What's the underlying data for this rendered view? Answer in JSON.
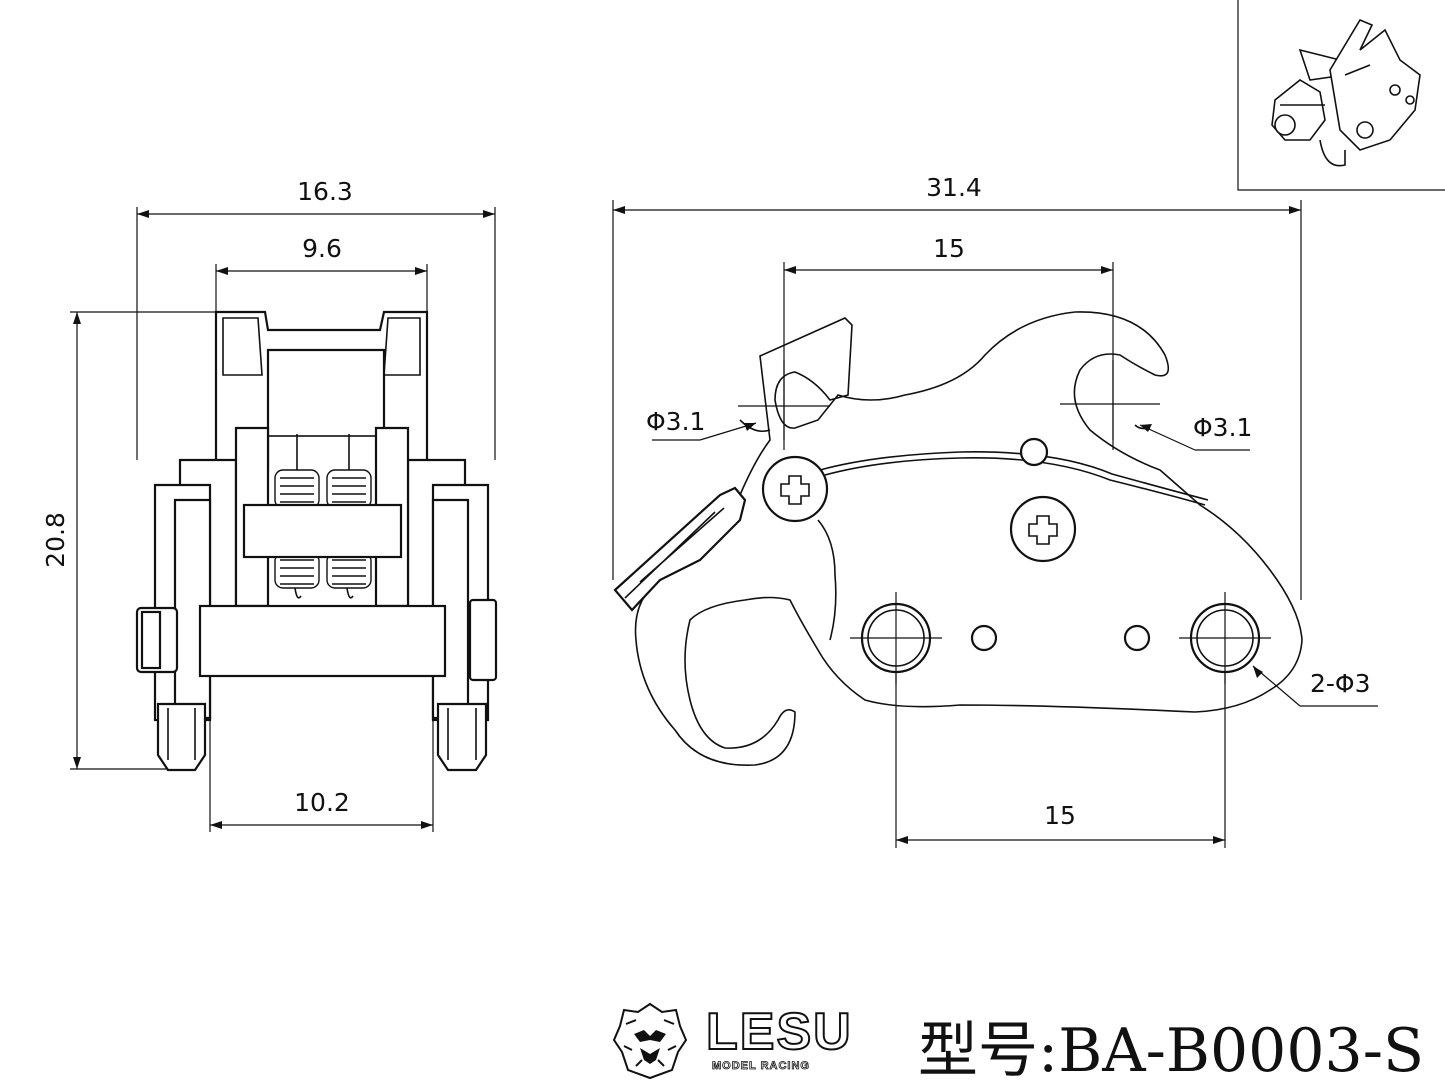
{
  "dimensions": {
    "side_width_total": "16.3",
    "side_width_inner": "9.6",
    "side_height": "20.8",
    "side_bottom_width": "10.2",
    "front_total_width": "31.4",
    "front_hook_spacing": "15",
    "front_hole_spacing": "15",
    "left_hook_diameter": "Φ3.1",
    "right_hook_diameter": "Φ3.1",
    "mount_holes": "2-Φ3"
  },
  "footer": {
    "brand": "LESU",
    "brand_subtitle": "MODEL RACING",
    "model_label": "型号:BA-B0003-S"
  }
}
